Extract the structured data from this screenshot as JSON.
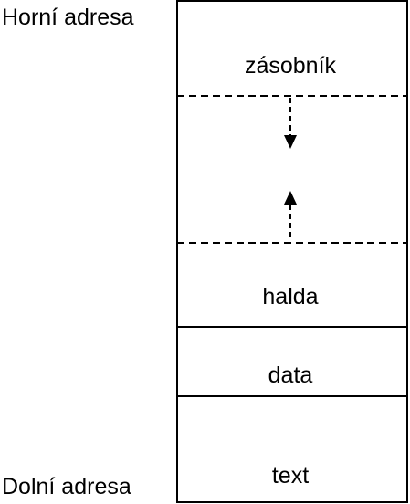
{
  "diagram": {
    "title_top": "Horní adresa",
    "title_bottom": "Dolní adresa",
    "segments": {
      "stack": "zásobník",
      "heap": "halda",
      "data": "data",
      "text": "text"
    },
    "colors": {
      "stroke": "#000000",
      "background": "#ffffff"
    }
  }
}
